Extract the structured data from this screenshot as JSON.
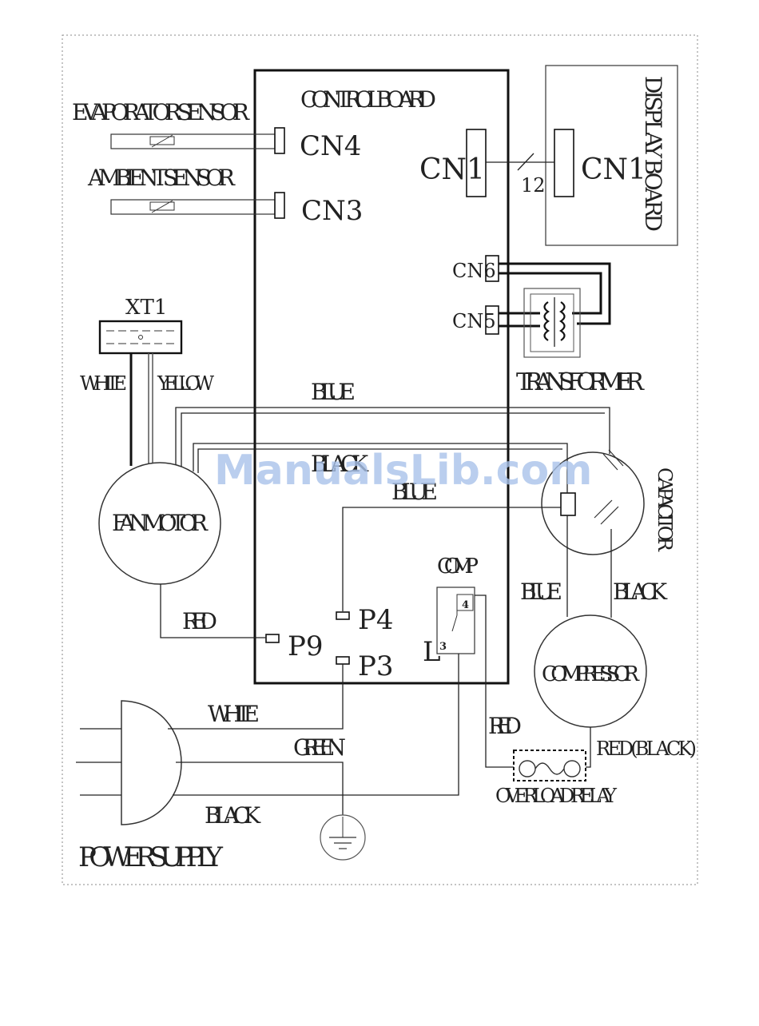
{
  "labels": {
    "control_board": "CONTROL BOARD",
    "display_board": "DISPLAY BOARD",
    "evaporator_sensor": "EVAPORATOR SENSOR",
    "ambient_sensor": "AMBIENT SENSOR",
    "cn4": "CN4",
    "cn3": "CN3",
    "cn1_control": "CN1",
    "cn1_display": "CN1",
    "wire_count": "12",
    "cn6": "CN6",
    "cn5": "CN5",
    "transformer": "TRANSFORMER",
    "xt1": "XT1",
    "white_fan": "WHITE",
    "yellow_fan": "YELLOW",
    "blue_top": "BLUE",
    "black_top": "BLACK",
    "blue_mid": "BLUE",
    "fan_motor": "FAN MOTOR",
    "capacitor": "CAPACITOR",
    "comp": "COMP",
    "relay_pin4": "4",
    "relay_pin3": "3",
    "relay_l": "L",
    "p4": "P4",
    "p3": "P3",
    "p9": "P9",
    "red_fan": "RED",
    "blue_cap": "BLUE",
    "black_cap": "BLACK",
    "compressor": "COMPRESSOR",
    "red_comp": "RED",
    "red_black": "RED(BLACK)",
    "overload_relay": "OVERLOAD RELAY",
    "white_ps": "WHITE",
    "green_ps": "GREEN",
    "black_ps": "BLACK",
    "power_supply": "POWER SUPPLY",
    "watermark": "ManualsLib.com"
  }
}
